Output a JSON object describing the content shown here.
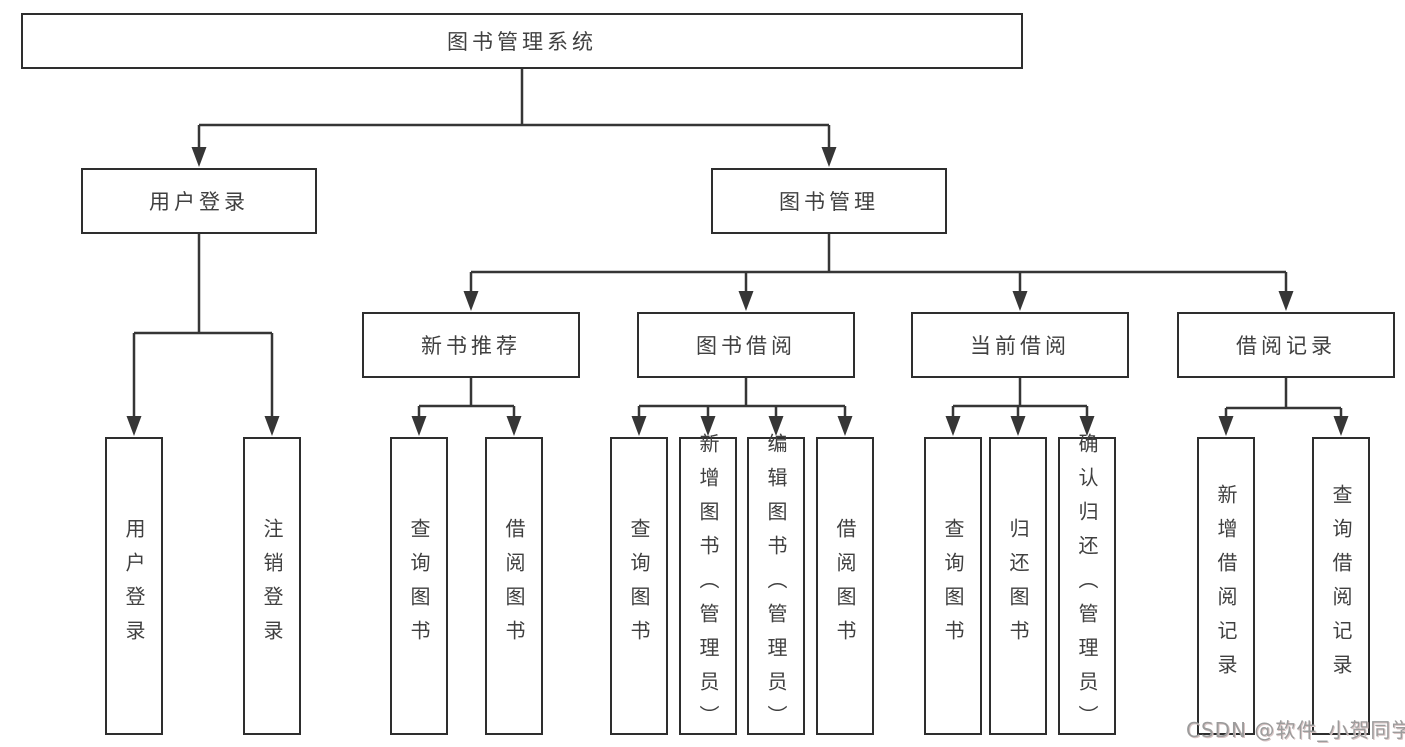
{
  "diagram": {
    "type": "tree",
    "title": "图书管理系统",
    "watermark": "CSDN @软件_小贺同学",
    "colors": {
      "line": "#363636",
      "box_border": "#2e2e2e",
      "box_fill": "#ffffff",
      "text": "#404040",
      "watermark_text": "#9c9c9c"
    },
    "nodes": {
      "root": {
        "label": "图书管理系统",
        "level": 1
      },
      "user_login": {
        "label": "用户登录",
        "level": 2,
        "parent": "root"
      },
      "book_management": {
        "label": "图书管理",
        "level": 2,
        "parent": "root"
      },
      "new_book_recommend": {
        "label": "新书推荐",
        "level": 3,
        "parent": "book_management"
      },
      "book_borrowing": {
        "label": "图书借阅",
        "level": 3,
        "parent": "book_management"
      },
      "current_borrowing": {
        "label": "当前借阅",
        "level": 3,
        "parent": "book_management"
      },
      "borrowing_records": {
        "label": "借阅记录",
        "level": 3,
        "parent": "book_management"
      },
      "leaf_user_login": {
        "label": "用户登录",
        "level": 4,
        "parent": "user_login"
      },
      "leaf_logout": {
        "label": "注销登录",
        "level": 4,
        "parent": "user_login"
      },
      "leaf_query_books_rec": {
        "label": "查询图书",
        "level": 4,
        "parent": "new_book_recommend"
      },
      "leaf_borrow_books_rec": {
        "label": "借阅图书",
        "level": 4,
        "parent": "new_book_recommend"
      },
      "leaf_query_books_borrow": {
        "label": "查询图书",
        "level": 4,
        "parent": "book_borrowing"
      },
      "leaf_add_book_admin": {
        "label": "新增图书（管理员）",
        "level": 4,
        "parent": "book_borrowing"
      },
      "leaf_edit_book_admin": {
        "label": "编辑图书（管理员）",
        "level": 4,
        "parent": "book_borrowing"
      },
      "leaf_borrow_books_borrow": {
        "label": "借阅图书",
        "level": 4,
        "parent": "book_borrowing"
      },
      "leaf_query_books_current": {
        "label": "查询图书",
        "level": 4,
        "parent": "current_borrowing"
      },
      "leaf_return_books": {
        "label": "归还图书",
        "level": 4,
        "parent": "current_borrowing"
      },
      "leaf_confirm_return_admin": {
        "label": "确认归还（管理员）",
        "level": 4,
        "parent": "current_borrowing"
      },
      "leaf_add_borrow_record": {
        "label": "新增借阅记录",
        "level": 4,
        "parent": "borrowing_records"
      },
      "leaf_query_borrow_record": {
        "label": "查询借阅记录",
        "level": 4,
        "parent": "borrowing_records"
      }
    }
  }
}
